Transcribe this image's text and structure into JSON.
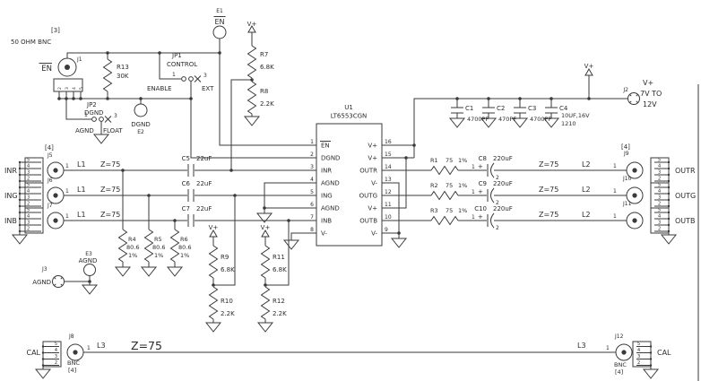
{
  "meta": {
    "qty3": "[3]",
    "qty4": "[4]",
    "bnc_note": "50 OHM BNC",
    "vplus": "V+"
  },
  "j1": {
    "ref": "J1",
    "net": "EN"
  },
  "e1": {
    "ref": "E1",
    "net": "EN"
  },
  "e2": {
    "ref": "E2",
    "net": "DGND"
  },
  "e3": {
    "ref": "E3",
    "net": "AGND"
  },
  "j3": {
    "ref": "J3",
    "net": "AGND"
  },
  "jp1": {
    "ref": "JP1",
    "title": "CONTROL",
    "p1": "1",
    "p3": "3",
    "left": "ENABLE",
    "right": "EXT"
  },
  "jp2": {
    "ref": "JP2",
    "title": "DGND",
    "p1": "1",
    "p3": "3",
    "left": "AGND",
    "right": "FLOAT"
  },
  "r": {
    "r1": [
      "R1",
      "75",
      "1%"
    ],
    "r2": [
      "R2",
      "75",
      "1%"
    ],
    "r3": [
      "R3",
      "75",
      "1%"
    ],
    "r4": [
      "R4",
      "80.6",
      "1%"
    ],
    "r5": [
      "R5",
      "80.6",
      "1%"
    ],
    "r6": [
      "R6",
      "80.6",
      "1%"
    ],
    "r7": [
      "R7",
      "6.8K"
    ],
    "r8": [
      "R8",
      "2.2K"
    ],
    "r9": [
      "R9",
      "6.8K"
    ],
    "r10": [
      "R10",
      "2.2K"
    ],
    "r11": [
      "R11",
      "6.8K"
    ],
    "r12": [
      "R12",
      "2.2K"
    ],
    "r13": [
      "R13",
      "30K"
    ]
  },
  "c": {
    "c1": [
      "C1",
      "4700PF"
    ],
    "c2": [
      "C2",
      "470PF"
    ],
    "c3": [
      "C3",
      "4700PF"
    ],
    "c4": [
      "C4",
      "10UF,16V",
      "1210"
    ],
    "c5": [
      "C5",
      "22uF"
    ],
    "c6": [
      "C6",
      "22uF"
    ],
    "c7": [
      "C7",
      "22uF"
    ],
    "c8": [
      "C8",
      "220uF"
    ],
    "c9": [
      "C9",
      "220uF"
    ],
    "c10": [
      "C10",
      "220uF"
    ]
  },
  "cap_pol": {
    "p1": "1",
    "plus": "+",
    "p2": "2"
  },
  "ic": {
    "ref": "U1",
    "part": "LT6553CGN",
    "left": [
      [
        "1",
        "EN"
      ],
      [
        "2",
        "DGND"
      ],
      [
        "3",
        "INR"
      ],
      [
        "4",
        "AGND"
      ],
      [
        "5",
        "ING"
      ],
      [
        "6",
        "AGND"
      ],
      [
        "7",
        "INB"
      ],
      [
        "8",
        "V-"
      ]
    ],
    "right": [
      [
        "16",
        "V+"
      ],
      [
        "15",
        "V+"
      ],
      [
        "14",
        "OUTR"
      ],
      [
        "13",
        "V-"
      ],
      [
        "12",
        "OUTG"
      ],
      [
        "11",
        "V+"
      ],
      [
        "10",
        "OUTB"
      ],
      [
        "9",
        "V-"
      ]
    ]
  },
  "inputs": {
    "ports": [
      "INR",
      "ING",
      "INB"
    ],
    "refs": [
      "J5",
      "J6",
      "J7"
    ],
    "pin1": "1",
    "series": "L1",
    "z": "Z=75",
    "hdr": [
      "5",
      "4",
      "3",
      "2"
    ]
  },
  "outputs": {
    "ports": [
      "OUTR",
      "OUTG",
      "OUTB"
    ],
    "refs": [
      "J9",
      "J10",
      "J11"
    ],
    "pin1": "1",
    "series": "L2",
    "z": "Z=75"
  },
  "power": {
    "j2": "J2",
    "v1": "V+",
    "v2": "7V TO",
    "v3": "12V"
  },
  "cal": {
    "net": "CAL",
    "j8": "J8",
    "j12": "J12",
    "series": "L3",
    "z": "Z=75",
    "bnc": "BNC",
    "pin1": "1"
  }
}
